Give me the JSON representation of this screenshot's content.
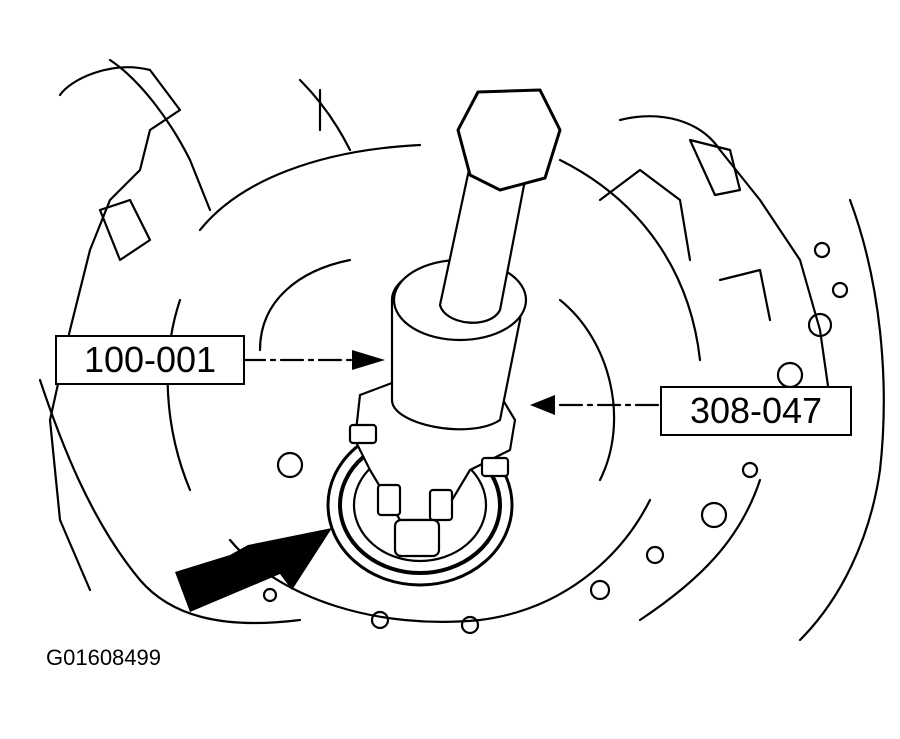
{
  "callouts": {
    "tool_left": "100-001",
    "tool_right": "308-047"
  },
  "figure_id": "G01608499",
  "colors": {
    "ink": "#000000",
    "paper": "#ffffff"
  }
}
